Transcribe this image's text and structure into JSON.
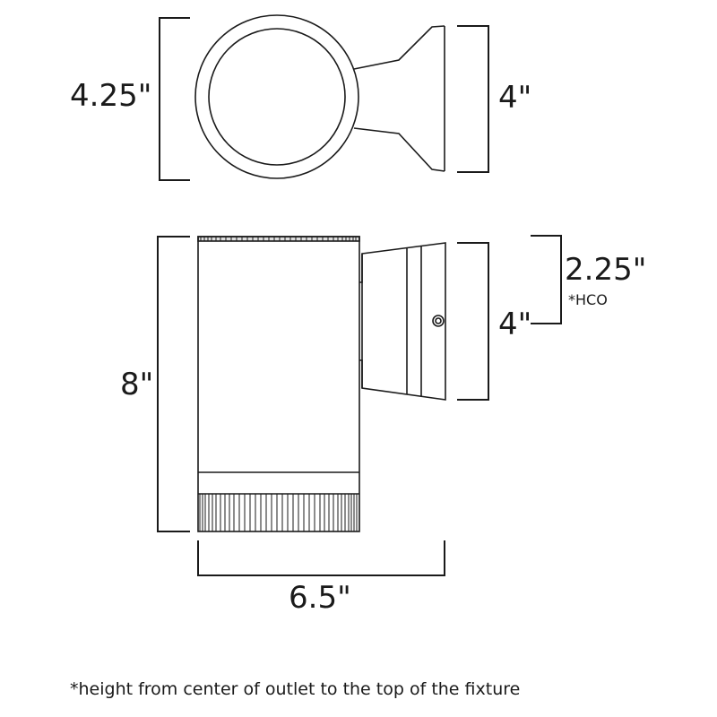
{
  "diagram": {
    "subject": "cylinder wall light fixture dimension drawing",
    "line_color": "#1a1a1a",
    "background": "#ffffff",
    "top_view": {
      "labels": {
        "overall_height": "4.25\"",
        "backplate_height": "4\""
      }
    },
    "side_view": {
      "labels": {
        "overall_height": "8\"",
        "backplate_height": "4\"",
        "hco": "2.25\"",
        "hco_marker": "*HCO",
        "width": "6.5\""
      }
    },
    "footnote": "*height from center of outlet to the top of the fixture"
  }
}
